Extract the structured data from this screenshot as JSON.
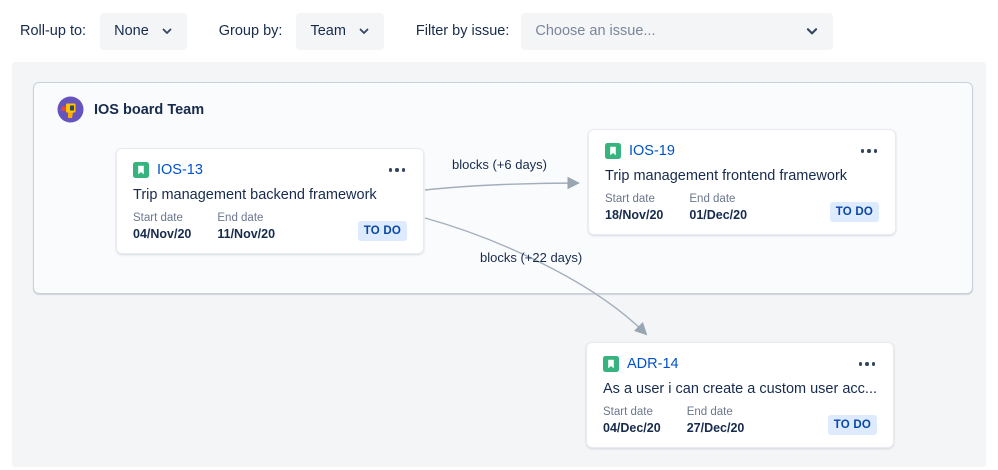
{
  "toolbar": {
    "rollup_label": "Roll-up to:",
    "rollup_value": "None",
    "groupby_label": "Group by:",
    "groupby_value": "Team",
    "filter_label": "Filter by issue:",
    "filter_placeholder": "Choose an issue..."
  },
  "group": {
    "title": "IOS board Team"
  },
  "card_labels": {
    "start": "Start date",
    "end": "End date"
  },
  "cards": [
    {
      "key": "IOS-13",
      "issue_type": "story",
      "summary": "Trip management backend framework",
      "start_date": "04/Nov/20",
      "end_date": "11/Nov/20",
      "status": "TO DO"
    },
    {
      "key": "IOS-19",
      "issue_type": "story",
      "summary": "Trip management frontend framework",
      "start_date": "18/Nov/20",
      "end_date": "01/Dec/20",
      "status": "TO DO"
    },
    {
      "key": "ADR-14",
      "issue_type": "story",
      "summary": "As a user i can create a custom user acc...",
      "start_date": "04/Dec/20",
      "end_date": "27/Dec/20",
      "status": "TO DO"
    }
  ],
  "dependencies": [
    {
      "from": "IOS-13",
      "to": "IOS-19",
      "label": "blocks (+6 days)"
    },
    {
      "from": "IOS-13",
      "to": "ADR-14",
      "label": "blocks (+22 days)"
    }
  ],
  "icons": {
    "chevron_down": "chevron-down-icon",
    "more_options": "more-options-icon",
    "story_type": "story-icon",
    "team_avatar": "team-avatar"
  },
  "colors": {
    "link_blue": "#0052CC",
    "text_navy": "#172B4D",
    "muted_gray": "#6B778C",
    "status_bg": "#DEEBFF",
    "status_text": "#0747A6",
    "story_green": "#36B37E",
    "arrow_gray": "#98A5B3",
    "panel_bg": "#F4F5F7",
    "groupbox_bg": "#FAFBFC",
    "avatar_purple": "#6554C0"
  }
}
